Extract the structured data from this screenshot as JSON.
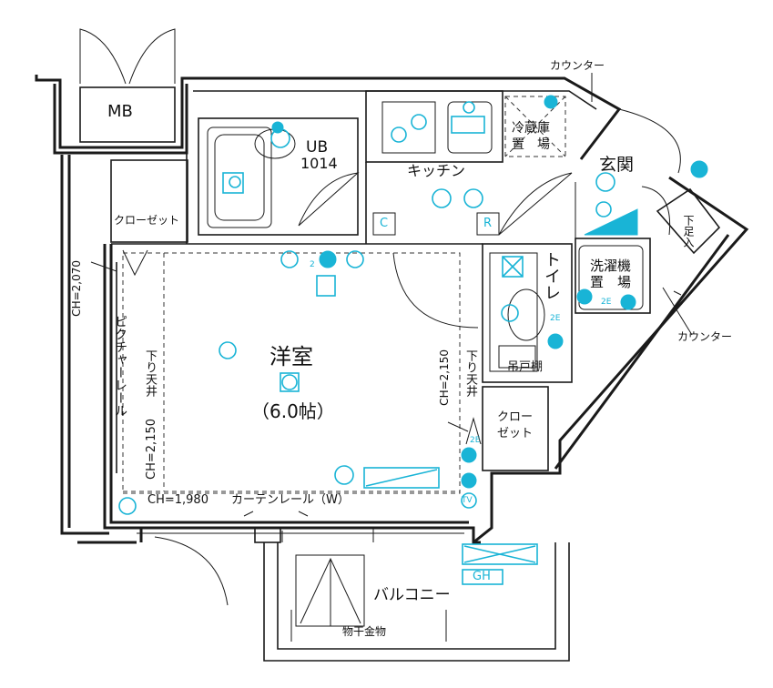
{
  "labels": {
    "mb": "MB",
    "ub": "UB",
    "ub_size": "1014",
    "fridge_top": "冷蔵庫",
    "fridge_bottom": "置　場",
    "kitchen": "キッチン",
    "entrance": "玄関",
    "shoe": "下足入",
    "washer_top": "洗濯機",
    "washer_bottom": "置　場",
    "counter_top": "カウンター",
    "counter_right": "カウンター",
    "closet_left": "クローゼット",
    "closet_right_1": "クロー",
    "closet_right_2": "ゼット",
    "toilet": "トイレ",
    "shelf": "吊戸棚",
    "room": "洋室",
    "room_size": "（6.0帖）",
    "ch_left": "CH=2,070",
    "ch_right": "CH=2,150",
    "ch_bottom": "CH=1,980",
    "ch_soffit_left": "CH=2,150",
    "soffit_left": "下り天井",
    "soffit_right": "下り天井",
    "picture_rail": "ピクチャーレール",
    "curtain_rail": "カーテンレール（W）",
    "balcony": "バルコニー",
    "drying": "物干金物",
    "gh": "GH",
    "c_mark": "C",
    "r_mark": "R",
    "tv": "TV",
    "e2_a": "2E",
    "e2_b": "2E",
    "e2_c": "2E",
    "two": "2"
  },
  "colors": {
    "wall": "#1a1a1a",
    "equipment": "#19b4d6"
  }
}
